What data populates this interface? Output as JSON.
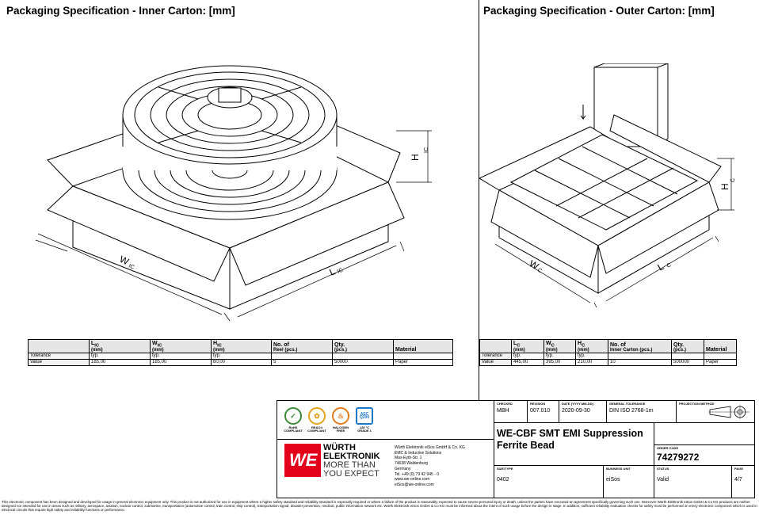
{
  "titles": {
    "inner": "Packaging Specification - Inner Carton: [mm]",
    "outer": "Packaging Specification - Outer Carton: [mm]"
  },
  "drawing_labels": {
    "inner": {
      "h": "H",
      "h_sub": "IC",
      "w": "W",
      "w_sub": "IC",
      "l": "L",
      "l_sub": "IC"
    },
    "outer": {
      "h": "H",
      "h_sub": "C",
      "w": "W",
      "w_sub": "C",
      "l": "L",
      "l_sub": "C"
    }
  },
  "inner_table": {
    "headers": [
      {
        "name": "",
        "sub": ""
      },
      {
        "name": "L",
        "sub": "IC",
        "unit": "(mm)"
      },
      {
        "name": "W",
        "sub": "IC",
        "unit": "(mm)"
      },
      {
        "name": "H",
        "sub": "IC",
        "unit": "(mm)"
      },
      {
        "name": "No. of",
        "sub": "",
        "unit": "Reel (pcs.)"
      },
      {
        "name": "Qty.",
        "sub": "",
        "unit": "(pcs.)"
      },
      {
        "name": "Material",
        "sub": "",
        "unit": ""
      }
    ],
    "tolerance": [
      "Tolerance",
      "typ.",
      "typ.",
      "typ.",
      "",
      "",
      ""
    ],
    "value": [
      "Value",
      "185,00",
      "185,00",
      "60,00",
      "5",
      "50000",
      "Paper"
    ]
  },
  "outer_table": {
    "headers": [
      {
        "name": "",
        "sub": ""
      },
      {
        "name": "L",
        "sub": "C",
        "unit": "(mm)"
      },
      {
        "name": "W",
        "sub": "C",
        "unit": "(mm)"
      },
      {
        "name": "H",
        "sub": "C",
        "unit": "(mm)"
      },
      {
        "name": "No. of",
        "sub": "",
        "unit": "Inner Carton (pcs.)"
      },
      {
        "name": "Qty.",
        "sub": "",
        "unit": "(pcs.)"
      },
      {
        "name": "Material",
        "sub": "",
        "unit": ""
      }
    ],
    "tolerance": [
      "Tolerance",
      "typ.",
      "typ.",
      "typ.",
      "",
      "",
      ""
    ],
    "value": [
      "Value",
      "445,00",
      "395,00",
      "210,00",
      "10",
      "500000",
      "Paper"
    ]
  },
  "title_block": {
    "checked_label": "CHECKED",
    "checked": "MBH",
    "revision_label": "REVISION",
    "revision": "007.010",
    "date_label": "DATE (YYYY-MM-DD)",
    "date": "2020-09-30",
    "tolerance_label": "GENERAL TOLERANCE",
    "tolerance": "DIN ISO 2768-1m",
    "projection_label": "PROJECTION METHOD",
    "product_title": "WE-CBF SMT EMI Suppression Ferrite Bead",
    "order_code_label": "ORDER CODE",
    "order_code": "74279272",
    "size_label": "SIZE/TYPE",
    "size": "0402",
    "business_label": "BUSINESS UNIT",
    "business": "eiSos",
    "status_label": "STATUS",
    "status": "Valid",
    "page_label": "PAGE",
    "page": "4/7",
    "company_lines": "Würth Elektronik eiSos GmbH & Co. KG\nEMC & Inductive Solutions\nMax-Eyth-Str. 1\n74638 Waldenburg\nGermany\nTel. +49 (0) 79 42 945 - 0\nwww.we-online.com\neiSos@we-online.com",
    "logo_line1": "WÜRTH",
    "logo_line2": "ELEKTRONIK",
    "logo_line3": "MORE THAN",
    "logo_line4": "YOU EXPECT",
    "logo_mark": "WE",
    "badges": [
      {
        "label": "RoHS",
        "sub": "COMPLIANT",
        "color": "#3a8a3a",
        "glyph": "✓"
      },
      {
        "label": "REACh",
        "sub": "COMPLIANT",
        "color": "#e3a21a",
        "glyph": "✿"
      },
      {
        "label": "HALOGEN",
        "sub": "FREE",
        "color": "#e37b1a",
        "glyph": "♨"
      },
      {
        "label": "125 °C",
        "sub": "GRADE 1",
        "color": "#1a76c9",
        "glyph": "AEC Q200"
      }
    ]
  },
  "disclaimer": "This electronic component has been designed and developed for usage in general electronic equipment only. This product is not authorized for use in equipment where a higher safety standard and reliability standard is especially required or where a failure of the product is reasonably expected to cause severe personal injury or death, unless the parties have executed an agreement specifically governing such use. Moreover Würth Elektronik eiSos GmbH & Co KG products are neither designed nor intended for use in areas such as military, aerospace, aviation, nuclear control, submarine, transportation (automotive control, train control, ship control), transportation signal, disaster prevention, medical, public information network etc. Würth Elektronik eiSos GmbH & Co KG must be informed about the intent of such usage before the design-in stage. In addition, sufficient reliability evaluation checks for safety must be performed on every electronic component which is used in electrical circuits that require high safety and reliability functions or performance."
}
